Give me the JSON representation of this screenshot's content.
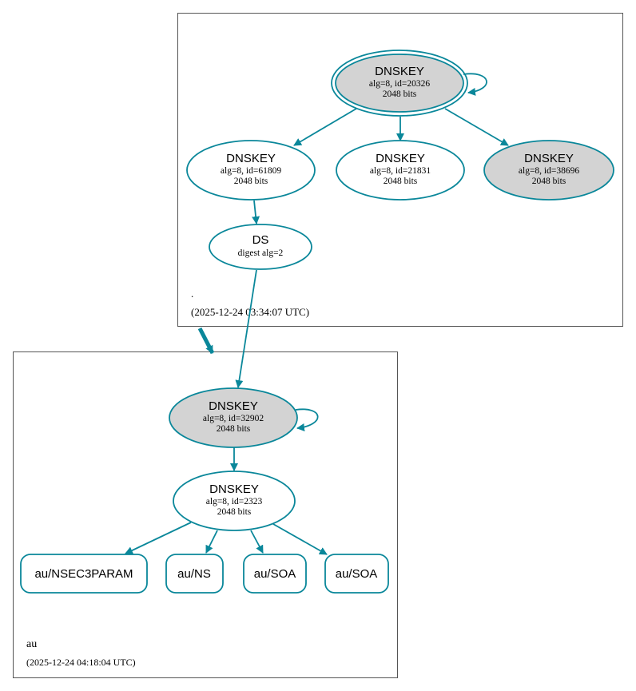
{
  "colors": {
    "edge": "#0a879a",
    "key_fill_gray": "#d3d3d3",
    "key_fill_white": "#ffffff",
    "box_border": "#555555",
    "text": "#000000"
  },
  "root_zone": {
    "name": ".",
    "timestamp": "(2025-12-24 03:34:07 UTC)",
    "ksk": {
      "title": "DNSKEY",
      "line1": "alg=8, id=20326",
      "line2": "2048 bits"
    },
    "zsk1": {
      "title": "DNSKEY",
      "line1": "alg=8, id=61809",
      "line2": "2048 bits"
    },
    "zsk2": {
      "title": "DNSKEY",
      "line1": "alg=8, id=21831",
      "line2": "2048 bits"
    },
    "zsk3": {
      "title": "DNSKEY",
      "line1": "alg=8, id=38696",
      "line2": "2048 bits"
    },
    "ds": {
      "title": "DS",
      "line1": "digest alg=2"
    }
  },
  "au_zone": {
    "name": "au",
    "timestamp": "(2025-12-24 04:18:04 UTC)",
    "ksk": {
      "title": "DNSKEY",
      "line1": "alg=8, id=32902",
      "line2": "2048 bits"
    },
    "zsk": {
      "title": "DNSKEY",
      "line1": "alg=8, id=2323",
      "line2": "2048 bits"
    },
    "records": [
      "au/NSEC3PARAM",
      "au/NS",
      "au/SOA",
      "au/SOA"
    ]
  }
}
